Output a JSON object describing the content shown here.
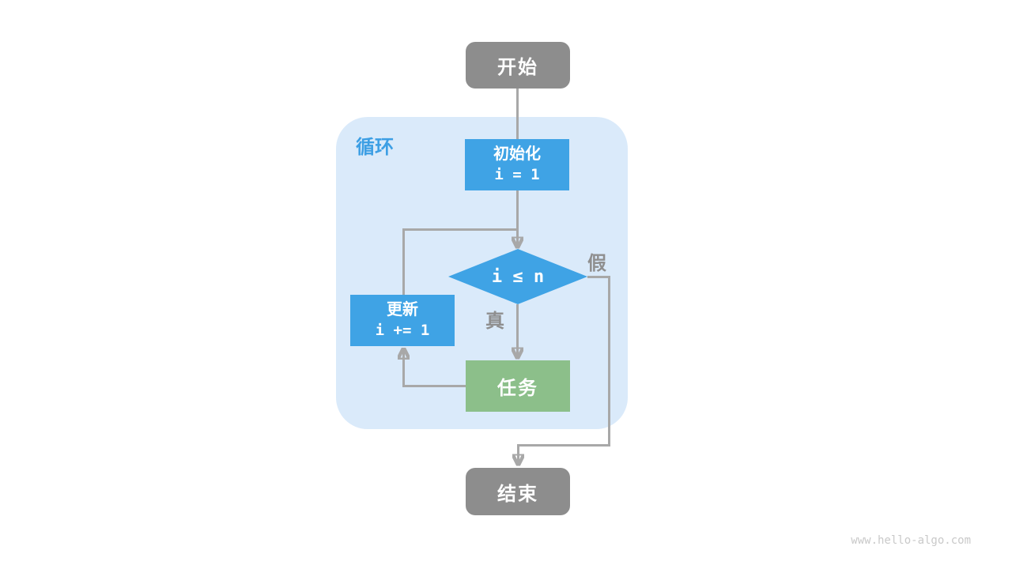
{
  "colors": {
    "node_gray": "#8d8d8d",
    "box_blue": "#3fa3e5",
    "box_green": "#8cbf8a",
    "container_blue": "#daeafa",
    "label_blue": "#3d9fe4",
    "line_gray": "#a8a8a8",
    "branch_gray": "#8f8f8f",
    "watermark_gray": "#c9c9c9",
    "text_white": "#ffffff"
  },
  "flowchart": {
    "start": {
      "label": "开始"
    },
    "loop_container": {
      "label": "循环"
    },
    "init": {
      "title": "初始化",
      "code": "i = 1"
    },
    "condition": {
      "expr": "i ≤ n"
    },
    "branch_true": {
      "label": "真"
    },
    "branch_false": {
      "label": "假"
    },
    "update": {
      "title": "更新",
      "code": "i += 1"
    },
    "task": {
      "label": "任务"
    },
    "end": {
      "label": "结束"
    }
  },
  "watermark": "www.hello-algo.com"
}
